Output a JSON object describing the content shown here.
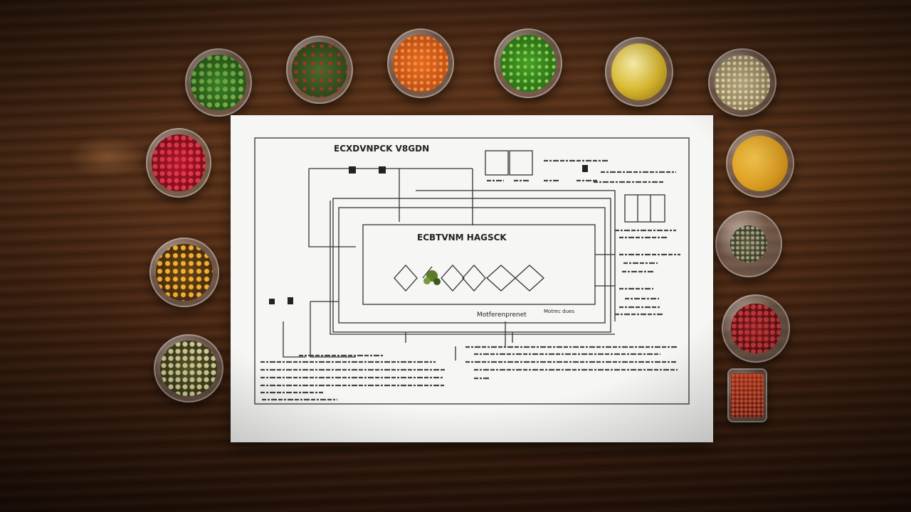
{
  "scene": {
    "description_free": true,
    "paper": {
      "title": "ECXDVNPCK V8GDN",
      "inner_title": "ECBTVNM HAGSCK",
      "center_label": "Motferenprenet",
      "side_label": "Motrec dues"
    },
    "bowls": [
      {
        "color": "#2f6b1f",
        "speck": "#7ab04a"
      },
      {
        "color": "#344a1e",
        "speck": "#a8342a"
      },
      {
        "color": "#d8621c",
        "speck": "#f08a3a"
      },
      {
        "color": "#3c8a22",
        "speck": "#8ccf4c"
      },
      {
        "color": "#d8c24a",
        "speck": "#fff3a0"
      },
      {
        "color": "#bfb088",
        "speck": "#e8dcb0"
      },
      {
        "color": "#b1102a",
        "speck": "#e0384a"
      },
      {
        "color": "#e3a521",
        "speck": "#f7c850"
      },
      {
        "color": "#c78a1c",
        "speck": "#3c2a10"
      },
      {
        "color": "#4a4a36",
        "speck": "#9a9a78"
      },
      {
        "color": "#5a5a2a",
        "speck": "#c8c48c"
      },
      {
        "color": "#8e1c22",
        "speck": "#c43a3a"
      },
      {
        "color": "#b0311c",
        "speck": "#d85a3a"
      }
    ]
  }
}
